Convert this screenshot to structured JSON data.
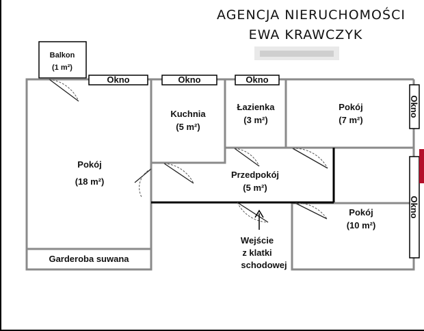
{
  "header": {
    "line1": "AGENCJA NIERUCHOMOŚCI",
    "line2": "EWA KRAWCZYK"
  },
  "rooms": {
    "balkon": {
      "name": "Balkon",
      "area": "(1 m²)"
    },
    "pokoj_large": {
      "name": "Pokój",
      "area": "(18 m²)"
    },
    "kuchnia": {
      "name": "Kuchnia",
      "area": "(5 m²)"
    },
    "lazienka": {
      "name": "Łazienka",
      "area": "(3 m²)"
    },
    "pokoj_small": {
      "name": "Pokój",
      "area": "(7 m²)"
    },
    "przedpokoj": {
      "name": "Przedpokój",
      "area": "(5 m²)"
    },
    "pokoj_medium": {
      "name": "Pokój",
      "area": "(10 m²)"
    },
    "garderoba": {
      "name": "Garderoba suwana"
    }
  },
  "windows": {
    "label": "Okno"
  },
  "entrance": {
    "line1": "Wejście",
    "line2": "z klatki",
    "line3": "schodowej"
  },
  "colors": {
    "wall": "#8a8a8a",
    "accent_tab": "#b3102a"
  }
}
